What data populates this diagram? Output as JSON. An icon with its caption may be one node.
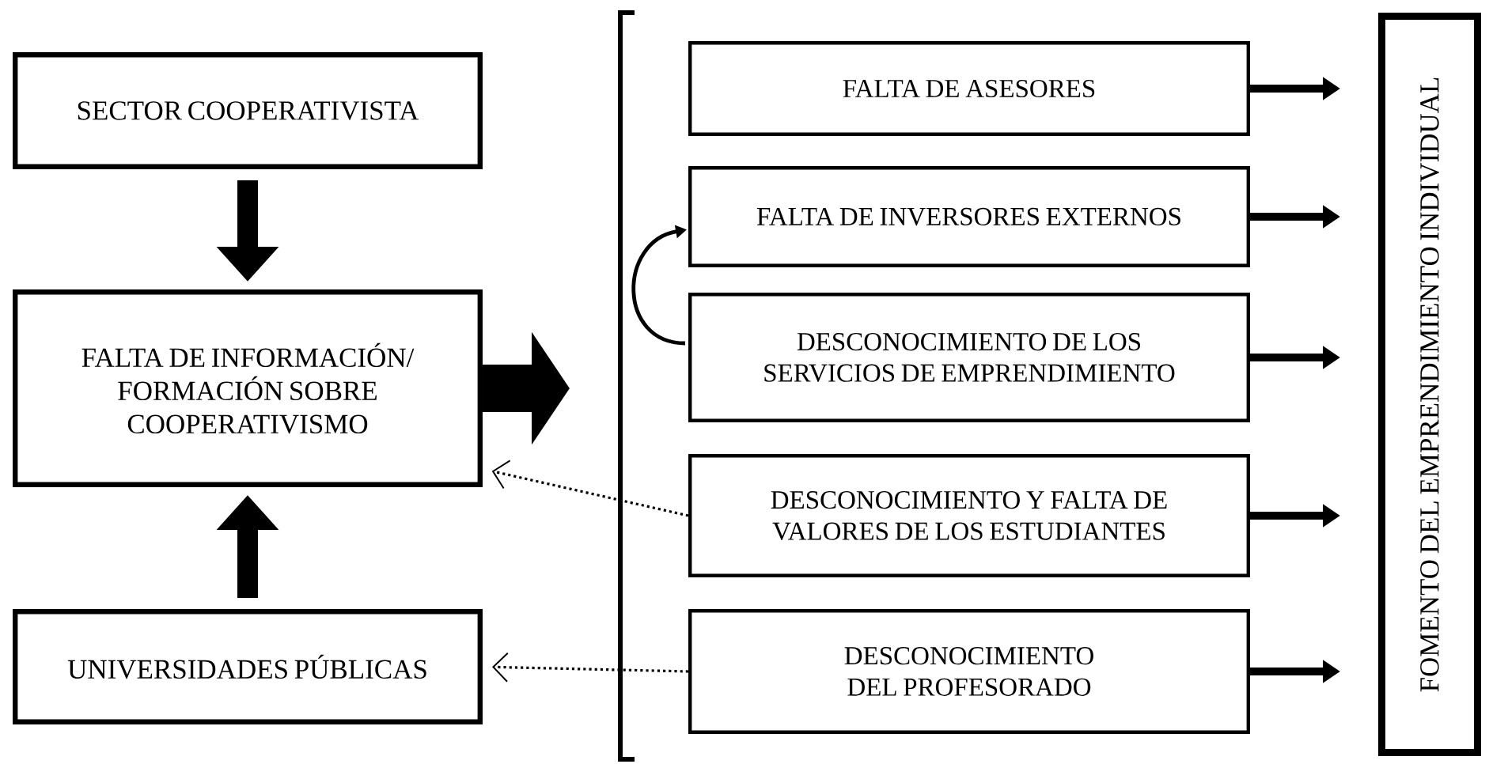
{
  "diagram": {
    "nodes": [
      {
        "text": [
          "SECTOR COOPERATIVISTA"
        ]
      },
      {
        "text": [
          "FALTA DE INFORMACIÓN/ FORMACIÓN SOBRE COOPERATIVISMO"
        ]
      },
      {
        "text": [
          "UNIVERSIDADES PÚBLICAS"
        ]
      },
      {
        "text": [
          "FALTA DE ASESORES"
        ]
      },
      {
        "text": [
          "FALTA DE INVERSORES EXTERNOS"
        ]
      },
      {
        "text": [
          "DESCONOCIMIENTO DE LOS SERVICIOS DE EMPRENDIMIENTO"
        ]
      },
      {
        "text": [
          "DESCONOCIMIENTO Y FALTA DE VALORES DE LOS ESTUDIANTES"
        ]
      },
      {
        "text": [
          "DESCONOCIMIENTO DEL PROFESORADO"
        ]
      },
      {
        "text": [
          "FOMENTO DEL EMPRENDIMIENTO INDIVIDUAL"
        ]
      }
    ],
    "edges": [
      {
        "from": 0,
        "to": 1,
        "arrow": "to",
        "style": "thick"
      },
      {
        "from": 2,
        "to": 1,
        "arrow": "to",
        "style": "thick"
      },
      {
        "from": 1,
        "to": null,
        "arrow": "to",
        "style": "thick"
      },
      {
        "from": 5,
        "to": 4,
        "arrow": "to"
      },
      {
        "from": 6,
        "to": 1,
        "arrow": "to",
        "style": "dashed"
      },
      {
        "from": 7,
        "to": 2,
        "arrow": "to",
        "style": "dashed"
      },
      {
        "from": 3,
        "to": 8,
        "arrow": "to"
      },
      {
        "from": 4,
        "to": 8,
        "arrow": "to"
      },
      {
        "from": 5,
        "to": 8,
        "arrow": "to"
      },
      {
        "from": 6,
        "to": 8,
        "arrow": "to"
      },
      {
        "from": 7,
        "to": 8,
        "arrow": "to"
      }
    ]
  }
}
